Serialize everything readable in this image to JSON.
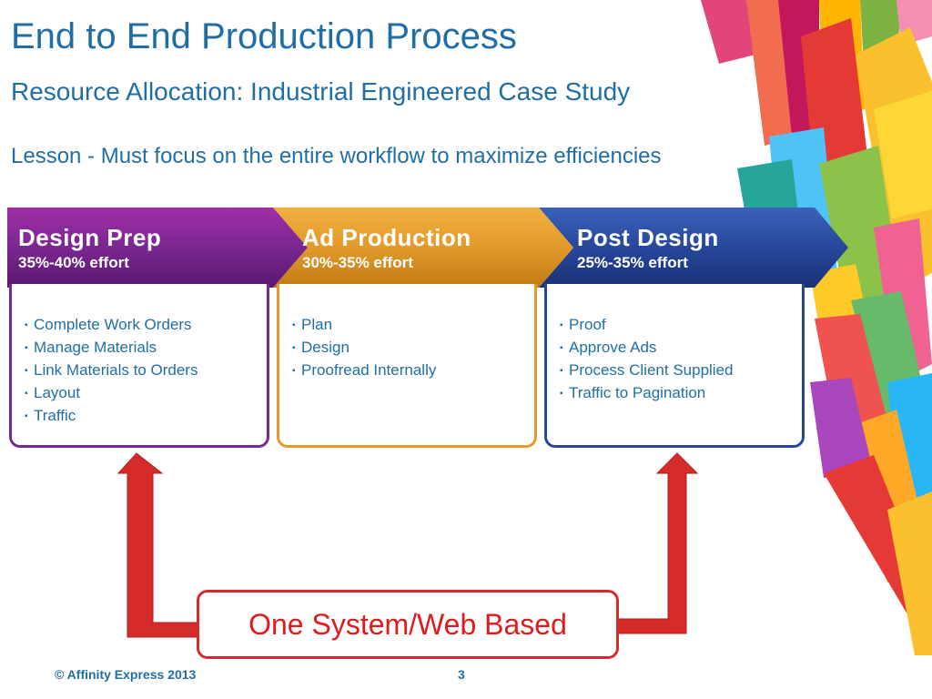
{
  "slide": {
    "title": "End to End Production Process",
    "subtitle": "Resource Allocation: Industrial Engineered Case Study",
    "lesson": "Lesson - Must focus on the entire workflow to maximize efficiencies"
  },
  "phases": [
    {
      "name": "Design Prep",
      "effort": "35%-40% effort",
      "color": "#7a2790",
      "items": [
        "Complete Work Orders",
        "Manage Materials",
        "Link Materials to Orders",
        "Layout",
        "Traffic"
      ]
    },
    {
      "name": "Ad Production",
      "effort": "30%-35% effort",
      "color": "#e39a2a",
      "items": [
        "Plan",
        "Design",
        "Proofread Internally"
      ]
    },
    {
      "name": "Post Design",
      "effort": "25%-35% effort",
      "color": "#27479a",
      "items": [
        "Proof",
        "Approve Ads",
        "Process Client Supplied",
        "Traffic to Pagination"
      ]
    }
  ],
  "system": {
    "label": "One System/Web Based",
    "color": "#d52b2b"
  },
  "footer": {
    "copyright": "© Affinity Express 2013",
    "page_number": "3"
  }
}
